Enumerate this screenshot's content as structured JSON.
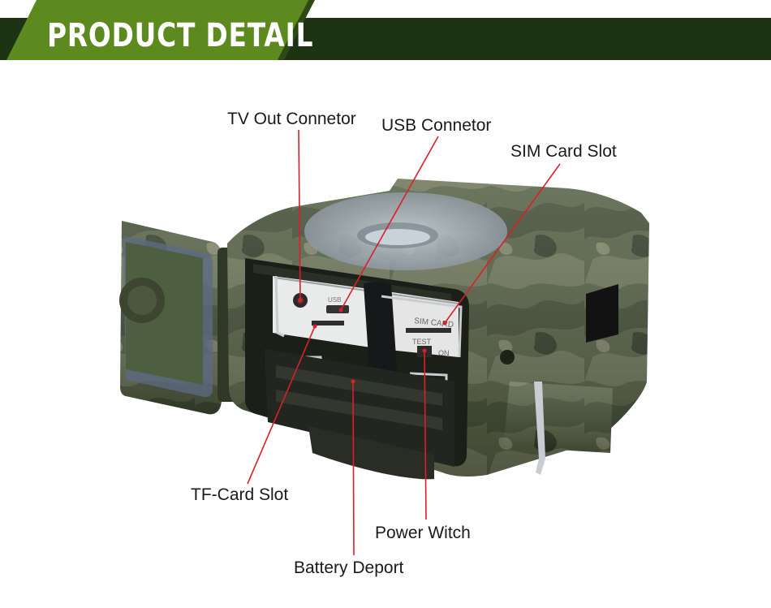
{
  "header": {
    "title": "PRODUCT DETAIL"
  },
  "colors": {
    "banner_dark": "#1e3214",
    "banner_accent": "#5c8a1e",
    "callout_line": "#d9202a",
    "camo_base": "#4e5a3c"
  },
  "callouts": {
    "tv_out": "TV Out Connetor",
    "usb": "USB Connetor",
    "sim": "SIM Card Slot",
    "tf_card": "TF-Card Slot",
    "power": "Power Witch",
    "battery": "Battery Deport"
  },
  "device_labels": {
    "sim_card": "SIM CARD",
    "usb_mark": "USB",
    "test": "TEST",
    "on": "ON"
  }
}
